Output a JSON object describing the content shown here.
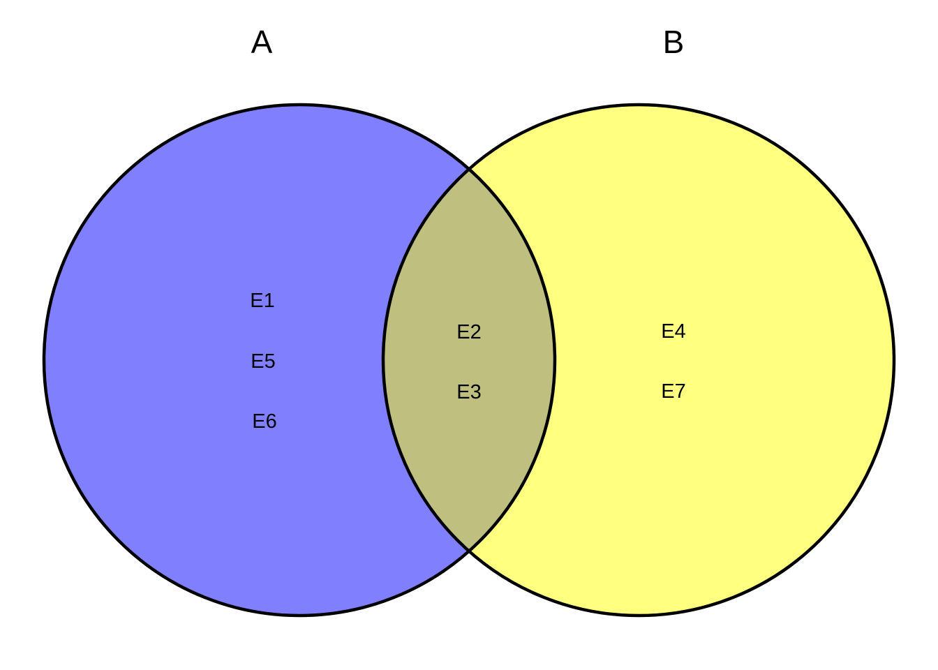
{
  "diagram": {
    "kind": "venn-2-set",
    "background": "#FFFFFF",
    "stroke": "#000000",
    "set_a": {
      "label": "A",
      "color": "#8080FF",
      "items": [
        "E1",
        "E5",
        "E6"
      ]
    },
    "set_b": {
      "label": "B",
      "color": "#FFFF80",
      "items": [
        "E4",
        "E7"
      ]
    },
    "intersection": {
      "color": "#BFBF80",
      "items": [
        "E2",
        "E3"
      ]
    }
  }
}
